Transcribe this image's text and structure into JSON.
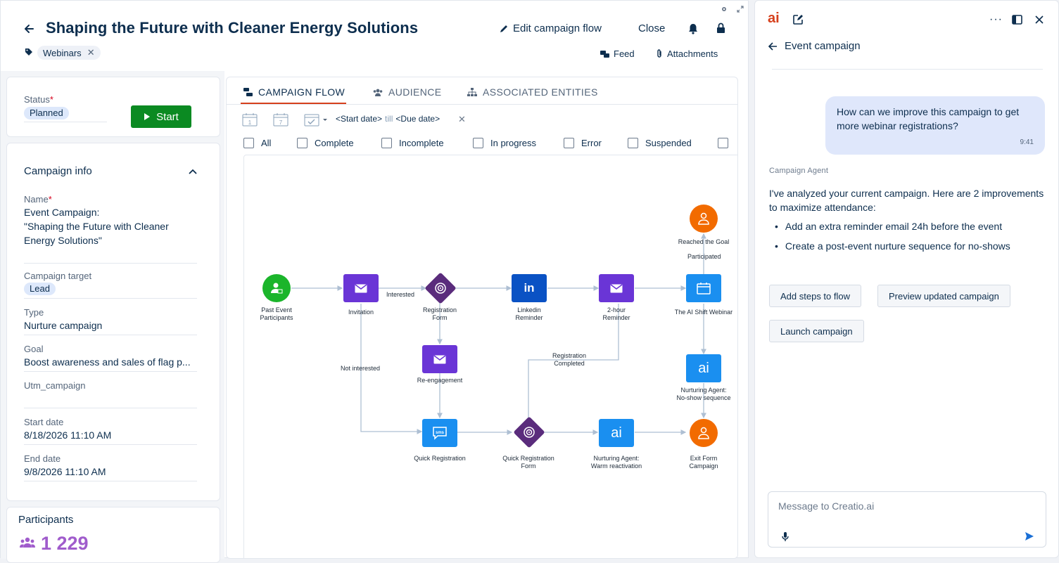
{
  "header": {
    "title": "Shaping the Future with Cleaner Energy Solutions",
    "tag": "Webinars",
    "edit_flow_label": "Edit campaign flow",
    "close_label": "Close",
    "feed_label": "Feed",
    "attachments_label": "Attachments"
  },
  "status_card": {
    "status_label": "Status",
    "status_value": "Planned",
    "start_label": "Start"
  },
  "campaign_info": {
    "section_title": "Campaign info",
    "name_label": "Name",
    "name_value_line1": "Event Campaign:",
    "name_value_line2": "\"Shaping the Future with Cleaner",
    "name_value_line3": "Energy Solutions\"",
    "target_label": "Campaign target",
    "target_value": "Lead",
    "type_label": "Type",
    "type_value": "Nurture campaign",
    "goal_label": "Goal",
    "goal_value": "Boost awareness and sales of flag p...",
    "utm_label": "Utm_campaign",
    "utm_value": "",
    "start_date_label": "Start date",
    "start_date_value": "8/18/2026 11:10 AM",
    "end_date_label": "End date",
    "end_date_value": "9/8/2026 11:10 AM"
  },
  "participants": {
    "label": "Participants",
    "count": "1 229"
  },
  "tabs": {
    "flow": "CAMPAIGN FLOW",
    "audience": "AUDIENCE",
    "entities": "ASSOCIATED ENTITIES"
  },
  "date_filter": {
    "start": "<Start date>",
    "till": "till",
    "due": "<Due date>",
    "cal1": "1",
    "cal7": "7"
  },
  "filters": [
    "All",
    "Complete",
    "Incomplete",
    "In progress",
    "Error",
    "Suspended"
  ],
  "flow": {
    "past_event_1": "Past Event",
    "past_event_2": "Participants",
    "invitation": "Invitation",
    "interested": "Interested",
    "reg_form_1": "Registration",
    "reg_form_2": "Form",
    "linkedin_1": "Linkedin",
    "linkedin_2": "Reminder",
    "two_hour_1": "2-hour",
    "two_hour_2": "Reminder",
    "webinar": "The AI Shift Webinar",
    "reached_goal": "Reached the Goal",
    "participated": "Participated",
    "not_interested": "Not interested",
    "reengagement": "Re-engagement",
    "reg_completed_1": "Registration",
    "reg_completed_2": "Completed",
    "nurture_noshow_1": "Nurturing Agent:",
    "nurture_noshow_2": "No-show sequence",
    "quick_reg": "Quick Registration",
    "quick_reg_form_1": "Quick Registration",
    "quick_reg_form_2": "Form",
    "nurture_warm_1": "Nurturing Agent:",
    "nurture_warm_2": "Warm reactivation",
    "exit_form_1": "Exit Form",
    "exit_form_2": "Campaign",
    "sms": "sms",
    "ai": "ai"
  },
  "ai_panel": {
    "logo": "ai",
    "title": "Event campaign",
    "user_message": "How can we improve this campaign to get more webinar registrations?",
    "user_time": "9:41",
    "agent_label": "Campaign Agent",
    "agent_intro": "I've analyzed your current campaign. Here are 2 improvements to maximize attendance:",
    "bullets": [
      "Add an extra reminder email 24h before the event",
      "Create a post-event nurture sequence for no-shows"
    ],
    "actions": [
      "Add steps to flow",
      "Preview updated campaign",
      "Launch campaign"
    ],
    "input_placeholder": "Message to Creatio.ai"
  },
  "colors": {
    "brand_orange": "#d6401c",
    "start_green": "#0b8a22",
    "email_purple": "#6a35d6",
    "linkedin_blue": "#0a52c4",
    "ai_blue": "#1a8ff0",
    "goal_orange": "#f26b00",
    "participants_purple": "#a05ccc"
  }
}
